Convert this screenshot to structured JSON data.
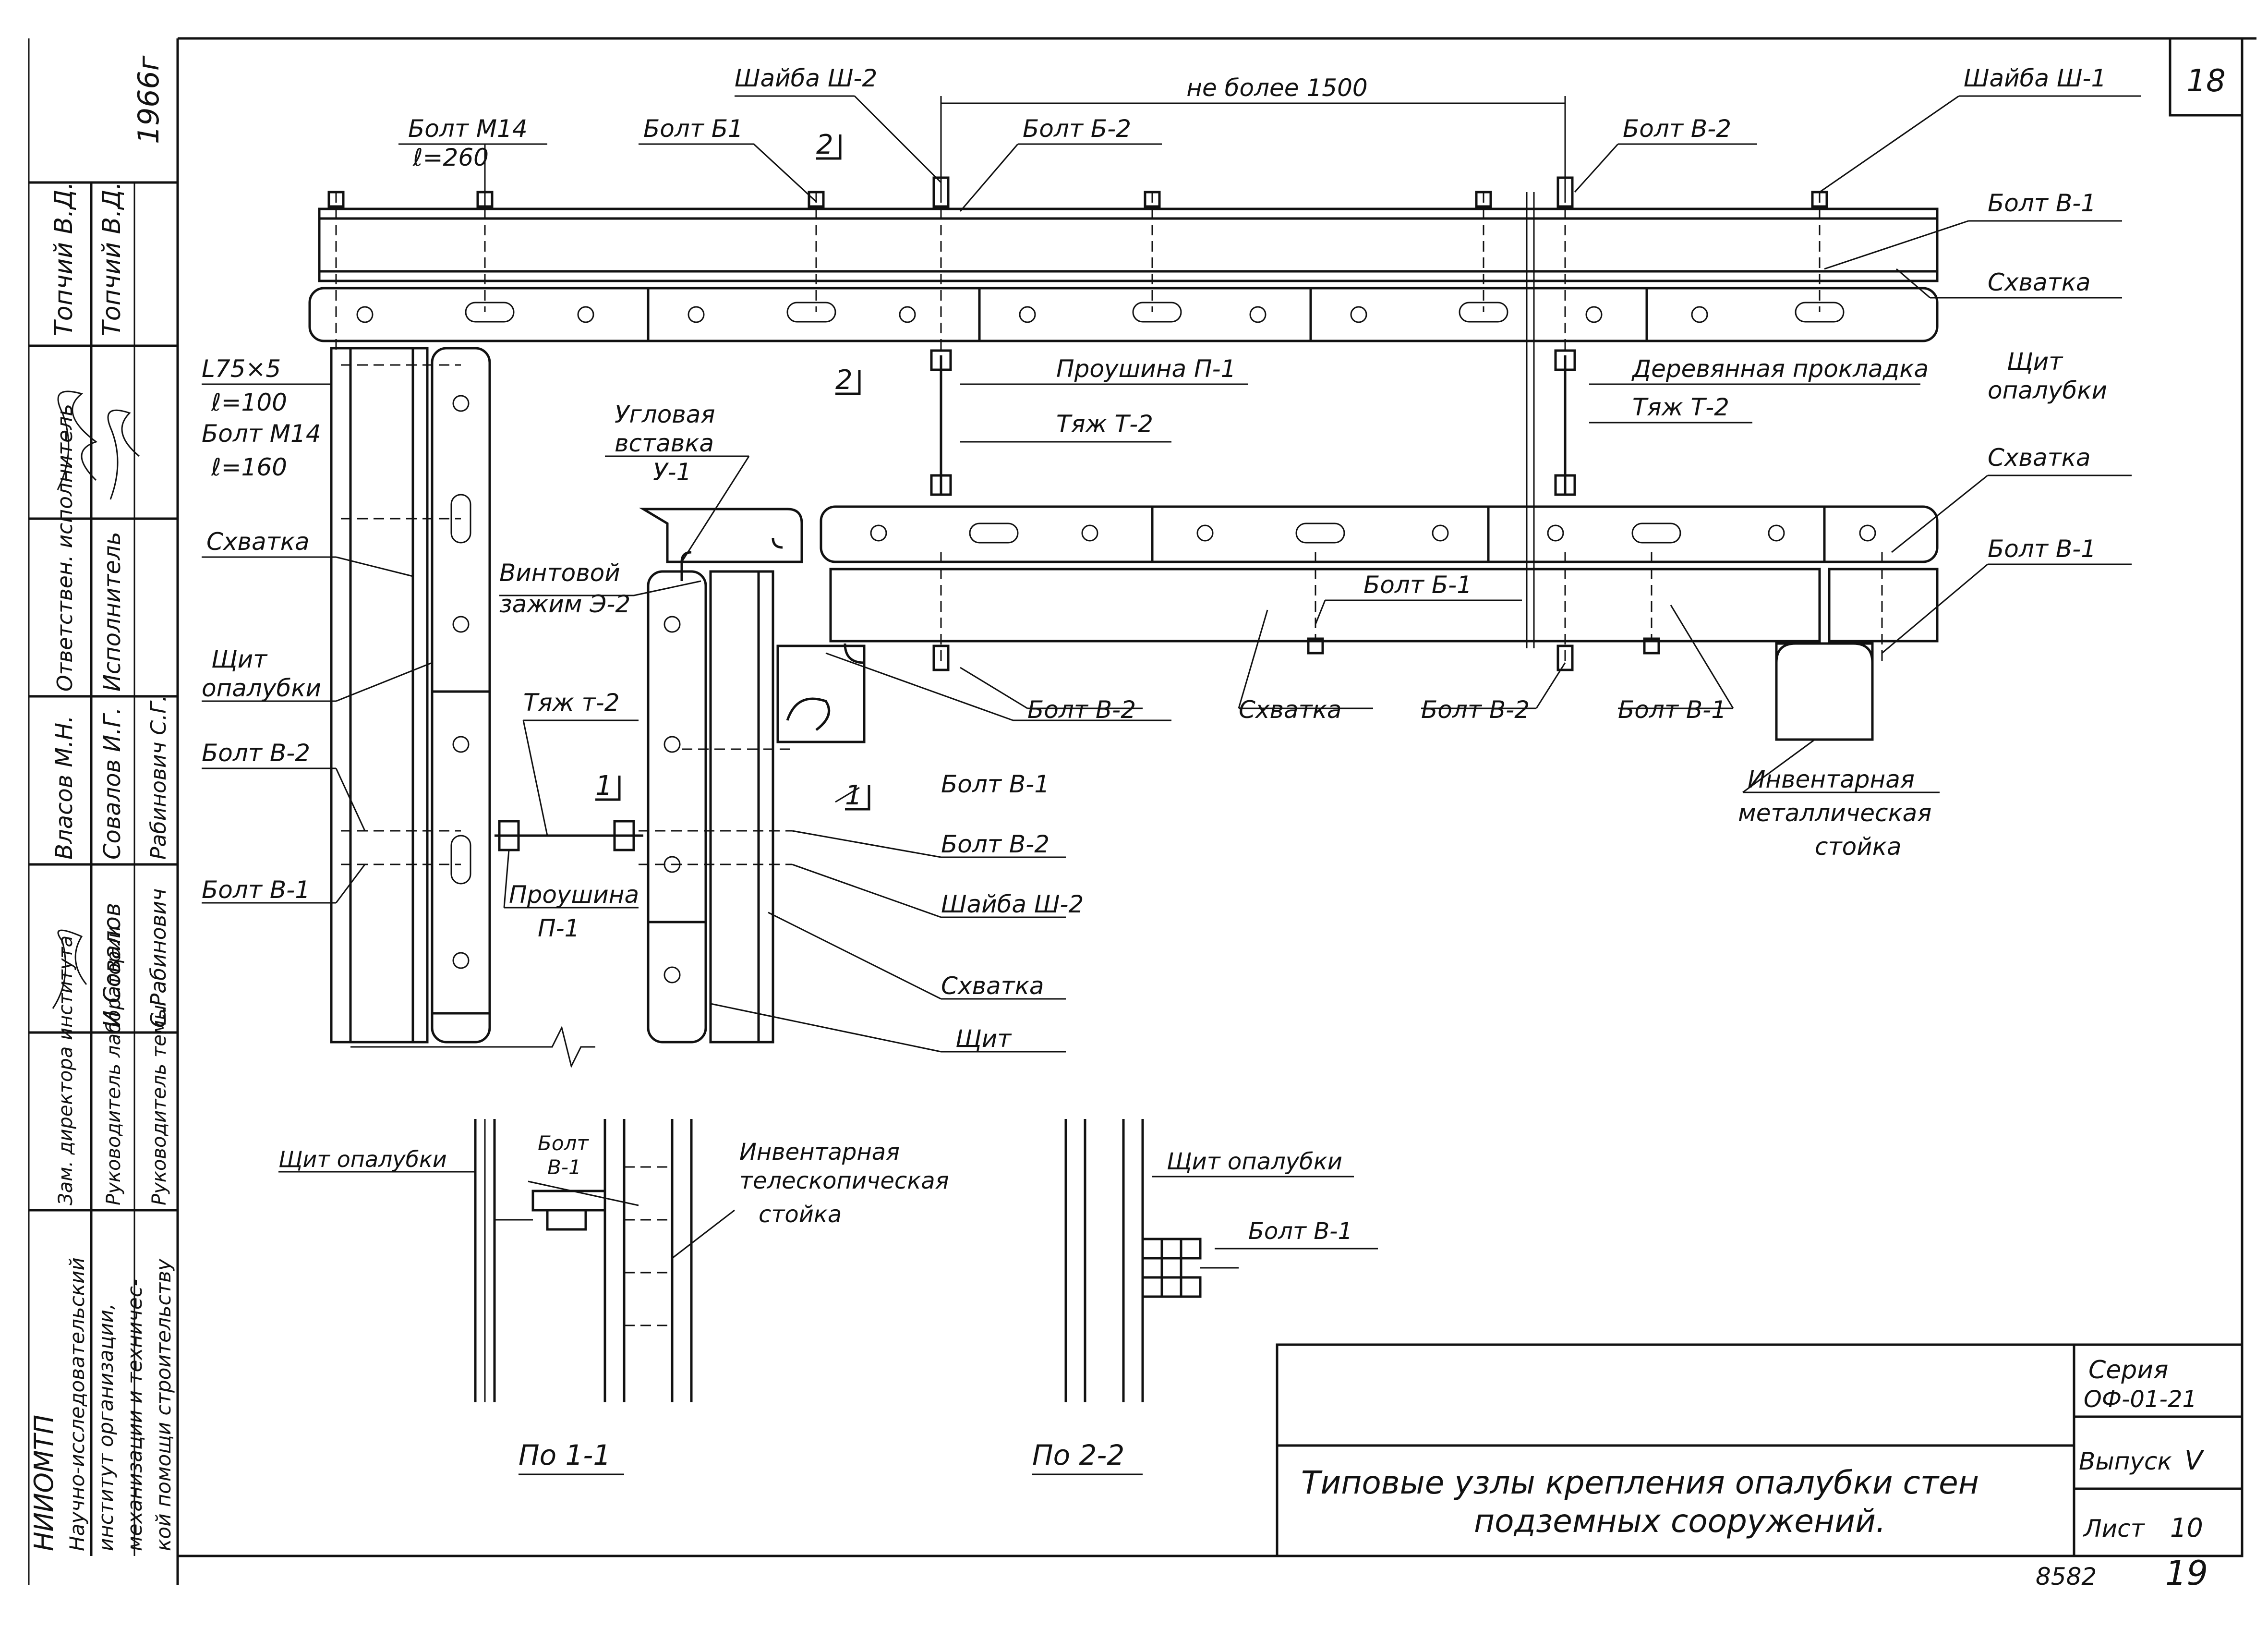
{
  "sheet_no": "18",
  "bottom_numbers": {
    "archive": "8582",
    "page": "19"
  },
  "sidebar": {
    "year": "1966г",
    "people": [
      {
        "left_name": "Топчий В.Д.",
        "right_name": "Топчий В.Д."
      },
      {
        "left_role": "Ответствен. исполнитель",
        "right_role": "Исполнитель"
      },
      {
        "left_name": "Власов М.Н.",
        "right_name": "Совалов И.Г.",
        "extra": "Рабинович С.Г."
      },
      {
        "sig": "И.Совалов",
        "sig2": "С.Рабинович"
      }
    ],
    "roles": [
      "Зам. директора института",
      "Руководитель лаборатории",
      "Руководитель темы"
    ],
    "institute": [
      "НИИОМТП",
      "Научно-исследовательский",
      "институт организации,",
      "механизации и техничес-",
      "кой помощи строительству"
    ]
  },
  "labels": {
    "shayba_sh2_top": "Шайба Ш-2",
    "ne_bolee": "не более 1500",
    "shayba_sh1": "Шайба Ш-1",
    "bolt_m14_260": "Болт М14",
    "l_260": "ℓ=260",
    "bolt_b1": "Болт Б1",
    "bolt_b2_top": "Болт Б-2",
    "bolt_v2_top": "Болт В-2",
    "bolt_v1_top": "Болт В-1",
    "skhvatka_right_top": "Схватка",
    "shchit_opalubki_right": "Щит",
    "shchit_opalubki_right2": "опалубки",
    "skhvatka_right_mid": "Схватка",
    "bolt_v1_right": "Болт В-1",
    "section_2_top": "2",
    "section_2_mid": "2",
    "proushina_p1": "Проушина П-1",
    "tyazh_t2_mid": "Тяж Т-2",
    "derevyannaya": "Деревянная прокладка",
    "tyazh_t2_right": "Тяж Т-2",
    "l75": "L75×5",
    "l100": "ℓ=100",
    "bolt_m14_160": "Болт М14",
    "l160": "ℓ=160",
    "uglovaya": "Угловая",
    "vstavka": "вставка",
    "u1": "У-1",
    "vintovoy": "Винтовой",
    "zazhim": "зажим Э-2",
    "skhvatka_left": "Схватка",
    "shchit_left": "Щит",
    "opalubki_left": "опалубки",
    "bolt_b1_mid": "Болт Б-1",
    "bolt_v2_bottom": "Болт В-2",
    "skhvatka_bottom": "Схватка",
    "bolt_v2_bottom2": "Болт В-2",
    "bolt_v1_bottom": "Болт В-1",
    "bolt_v1_mid": "Болт В-1",
    "section_1_mid": "1",
    "section_1_left": "1",
    "tyazh_t2_left": "Тяж т-2",
    "bolt_v2_left": "Болт В-2",
    "bolt_v1_left": "Болт В-1",
    "proushina_left": "Проушина",
    "p1_left": "П-1",
    "bolt_v2_r": "Болт В-2",
    "shayba_sh2_r": "Шайба Ш-2",
    "skhvatka_r": "Схватка",
    "shchit_r": "Щит",
    "inventarnaya": "Инвентарная",
    "metall": "металлическая",
    "stoyka": "стойка",
    "sec11_shchit": "Щит опалубки",
    "sec11_bolt": "Болт",
    "sec11_v1": "В-1",
    "sec11_invent": "Инвентарная",
    "sec11_teleskop": "телескопическая",
    "sec11_stoyka": "стойка",
    "sec11_caption": "По 1-1",
    "sec22_shchit": "Щит опалубки",
    "sec22_bolt": "Болт В-1",
    "sec22_caption": "По 2-2"
  },
  "title_block": {
    "title_line1": "Типовые узлы крепления опалубки стен",
    "title_line2": "подземных сооружений.",
    "seria_label": "Серия",
    "seria_value": "ОФ-01-21",
    "vypusk_label": "Выпуск",
    "vypusk_value": "V",
    "list_label": "Лист",
    "list_value": "10"
  }
}
